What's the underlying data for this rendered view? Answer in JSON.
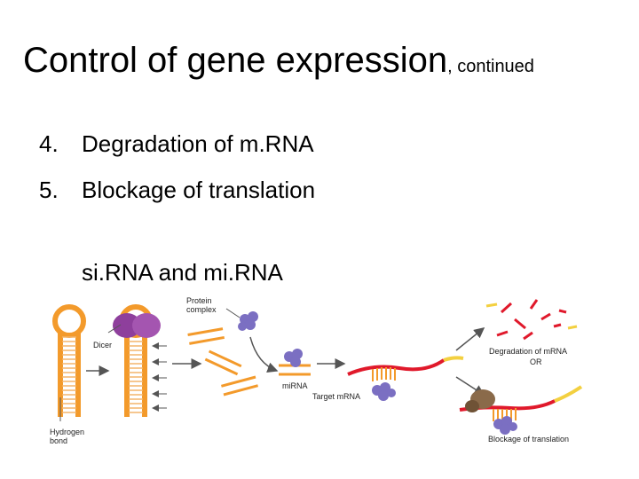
{
  "slide": {
    "title": "Control of gene expression",
    "title_suffix": ", continued",
    "items": [
      {
        "number": "4.",
        "text": "Degradation of m.RNA"
      },
      {
        "number": "5.",
        "text": "Blockage of translation"
      }
    ],
    "subheading": "si.RNA and mi.RNA"
  },
  "diagram": {
    "labels": {
      "hydrogen_bond": "Hydrogen\nbond",
      "dicer": "Dicer",
      "protein_complex": "Protein\ncomplex",
      "mirna": "miRNA",
      "target_mrna": "Target mRNA",
      "degradation": "Degradation of mRNA",
      "or": "OR",
      "blockage": "Blockage of translation"
    },
    "colors": {
      "rna": "#f39a2b",
      "dicer": "#8e3f9c",
      "protein": "#7b6fc2",
      "mrna": "#e0192b",
      "mrna_end": "#f3d040",
      "ribosome": "#8a6a4a",
      "arrow": "#555555"
    }
  }
}
